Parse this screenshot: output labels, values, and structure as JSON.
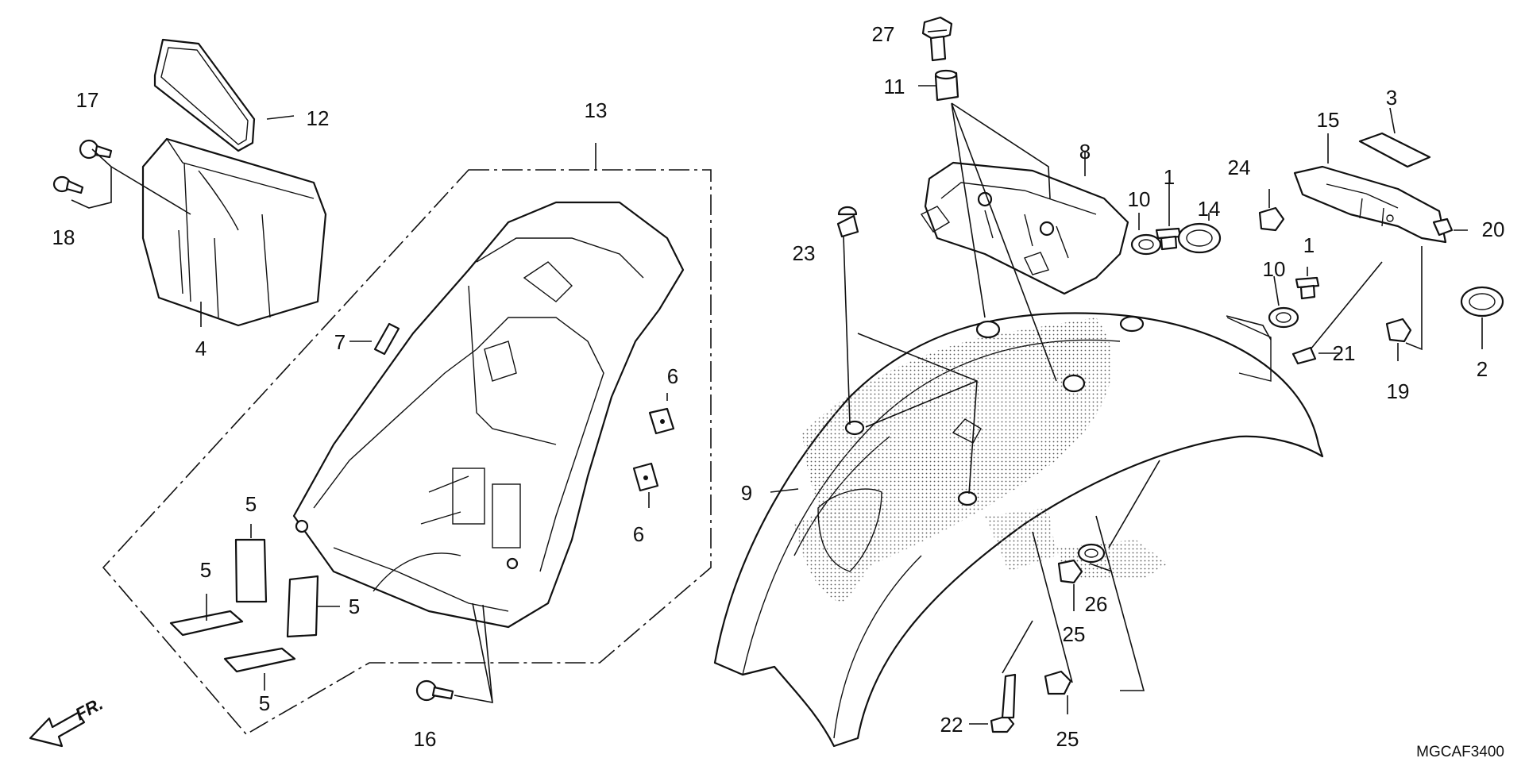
{
  "diagram": {
    "catalog_code": "MGCAF3400",
    "direction_label": "FR.",
    "callouts": {
      "c1a": "1",
      "c1b": "1",
      "c2": "2",
      "c3": "3",
      "c4": "4",
      "c5a": "5",
      "c5b": "5",
      "c5c": "5",
      "c5d": "5",
      "c6a": "6",
      "c6b": "6",
      "c7": "7",
      "c8": "8",
      "c9": "9",
      "c10a": "10",
      "c10b": "10",
      "c11": "11",
      "c12": "12",
      "c13": "13",
      "c14": "14",
      "c15": "15",
      "c16": "16",
      "c17": "17",
      "c18": "18",
      "c19": "19",
      "c20": "20",
      "c21": "21",
      "c22": "22",
      "c23": "23",
      "c24": "24",
      "c25a": "25",
      "c25b": "25",
      "c26": "26",
      "c27": "27"
    }
  }
}
